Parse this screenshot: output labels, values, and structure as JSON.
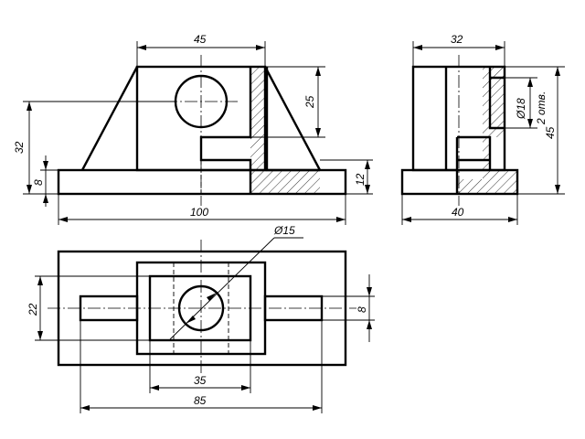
{
  "dimensions": {
    "front_top_width": "45",
    "front_height": "32",
    "front_base_thickness": "8",
    "front_hole_offset": "25",
    "front_rib_height": "12",
    "front_overall_width": "100",
    "side_top_width": "32",
    "side_hole_diameter": "Ø18",
    "side_hole_note": "2 отв.",
    "side_overall_height": "45",
    "side_overall_width": "40",
    "plan_hole_diameter": "Ø15",
    "plan_frame_height": "22",
    "plan_slot_width": "8",
    "plan_inner_width": "35",
    "plan_slot_length": "85"
  }
}
